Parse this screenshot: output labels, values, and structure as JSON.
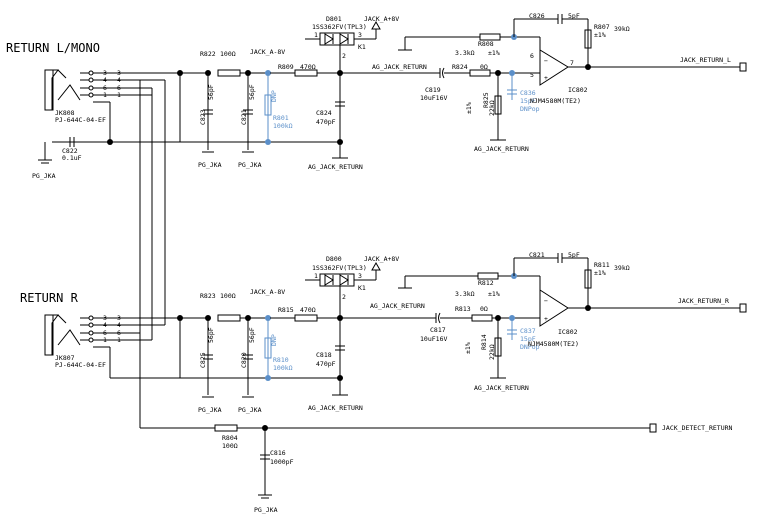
{
  "sections": {
    "left_title": "RETURN L/MONO",
    "right_title": "RETURN R"
  },
  "upper": {
    "jack_ref": "JK808",
    "jack_part": "PJ-644C-04-EF",
    "jack_pins": [
      "3",
      "3",
      "4",
      "4",
      "6",
      "6",
      "1",
      "1"
    ],
    "c822_ref": "C822",
    "c822_val": "0.1uF",
    "pg_jka_1": "PG_JKA",
    "r822": "R822",
    "r822_val": "100Ω",
    "jack_a_minus": "JACK_A-8V",
    "c823": "C823",
    "c823_val": "56pF",
    "c821": "C821",
    "c821_val": "56pF",
    "pg_jka_2": "PG_JKA",
    "pg_jka_3": "PG_JKA",
    "r809": "R809",
    "r809_val": "470Ω",
    "r801": "R801",
    "r801_val": "100kΩ",
    "r801_np": "DNP",
    "c824": "C824",
    "c824_val": "470pF",
    "ag_jack_return_1": "AG_JACK_RETURN",
    "d801": "D801",
    "d801_part": "1SS362FV(TPL3)",
    "jack_a_plus": "JACK_A+8V",
    "k1": "K1",
    "pin1": "1",
    "pin3": "3",
    "pin2": "2",
    "ag_jack_return_2": "AG_JACK_RETURN",
    "c819": "C819",
    "c819_val": "10uF16V",
    "r824": "R824",
    "r824_val": "0Ω",
    "r808": "R808",
    "r808_val": "3.3kΩ",
    "r808_tol": "±1%",
    "r825": "R825",
    "r825_val": "22kΩ",
    "r825_tol": "±1%",
    "c836": "C836",
    "c836_val": "15pF",
    "c836_np": "DNPop",
    "ag_jack_return_3": "AG_JACK_RETURN",
    "c826": "C826",
    "c826_val": "5pF",
    "r807": "R807",
    "r807_val": "39kΩ",
    "r807_tol": "±1%",
    "ic802": "IC802",
    "ic_part": "NJM4580M(TE2)",
    "op_in_minus": "6",
    "op_in_plus": "5",
    "op_out": "7",
    "out_label": "JACK_RETURN_L"
  },
  "lower": {
    "jack_ref": "JK807",
    "jack_part": "PJ-644C-04-EF",
    "jack_pins": [
      "3",
      "3",
      "4",
      "4",
      "6",
      "6",
      "1",
      "1"
    ],
    "r823": "R823",
    "r823_val": "100Ω",
    "jack_a_minus": "JACK_A-8V",
    "c825": "C825",
    "c825_val": "56pF",
    "c820": "C820",
    "c820_val": "56pF",
    "pg_jka_1": "PG_JKA",
    "pg_jka_2": "PG_JKA",
    "r815": "R815",
    "r815_val": "470Ω",
    "r810": "R810",
    "r810_val": "100kΩ",
    "r810_np": "DNP",
    "c818": "C818",
    "c818_val": "470pF",
    "ag_jack_return_1": "AG_JACK_RETURN",
    "d800": "D800",
    "d800_part": "1SS362FV(TPL3)",
    "jack_a_plus": "JACK_A+8V",
    "k1": "K1",
    "pin1": "1",
    "pin3": "3",
    "pin2": "2",
    "ag_jack_return_2": "AG_JACK_RETURN",
    "c817": "C817",
    "c817_val": "10uF16V",
    "r813": "R813",
    "r813_val": "0Ω",
    "r812": "R812",
    "r812_val": "3.3kΩ",
    "r812_tol": "±1%",
    "r814": "R814",
    "r814_val": "22kΩ",
    "r814_tol": "±1%",
    "c837": "C837",
    "c837_val": "15pF",
    "c837_np": "DNPop",
    "ag_jack_return_3": "AG_JACK_RETURN",
    "c821b": "C821",
    "c821b_val": "5pF",
    "r811": "R811",
    "r811_val": "39kΩ",
    "r811_tol": "±1%",
    "ic802": "IC802",
    "ic_part": "NJM4580M(TE2)",
    "out_label": "JACK_RETURN_R"
  },
  "bottom": {
    "r804": "R804",
    "r804_val": "100Ω",
    "c816": "C816",
    "c816_val": "1000pF",
    "pg_jka": "PG_JKA",
    "detect_label": "JACK_DETECT_RETURN"
  }
}
